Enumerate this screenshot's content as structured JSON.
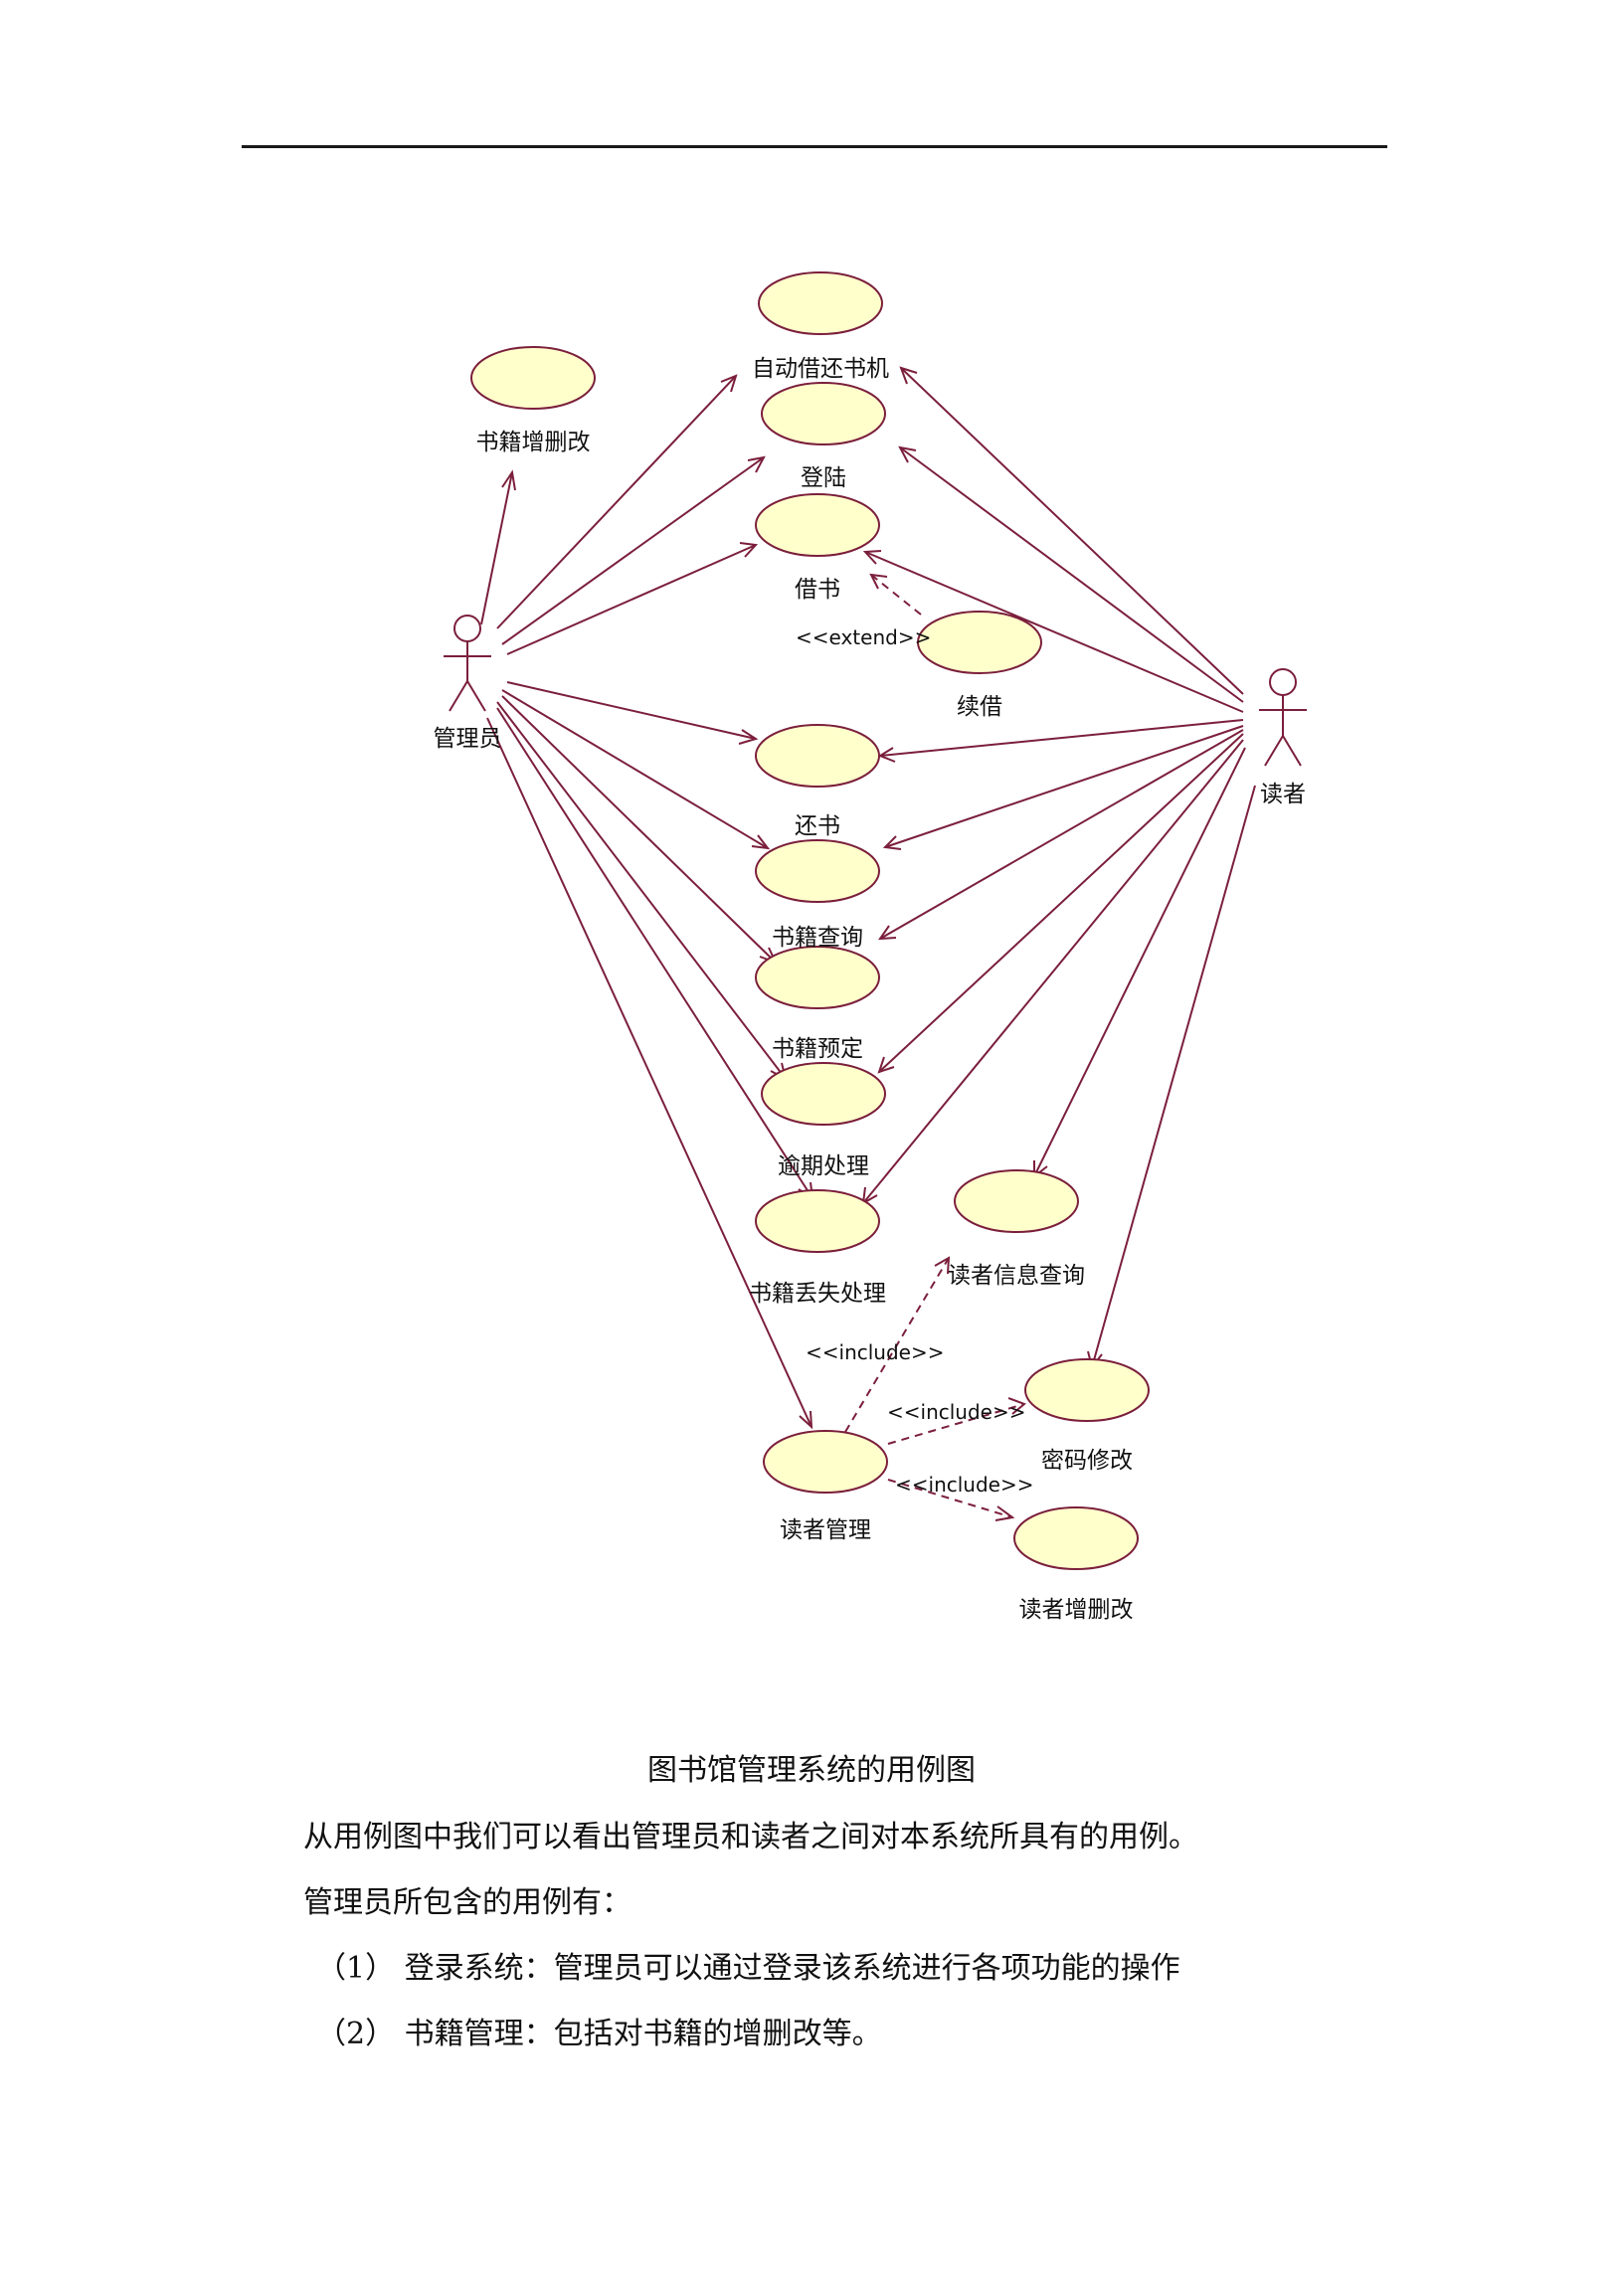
{
  "diagram": {
    "actors": {
      "admin": "管理员",
      "reader": "读者"
    },
    "use_cases": {
      "book_edit": "书籍增删改",
      "self_service": "自动借还书机",
      "login": "登陆",
      "borrow": "借书",
      "renew": "续借",
      "return": "还书",
      "book_query": "书籍查询",
      "book_reserve": "书籍预定",
      "overdue": "逾期处理",
      "lost": "书籍丢失处理",
      "reader_info_query": "读者信息查询",
      "password_change": "密码修改",
      "reader_manage": "读者管理",
      "reader_edit": "读者增删改"
    },
    "stereotypes": {
      "extend": "<<extend>>",
      "include1": "<<include>>",
      "include2": "<<include>>",
      "include3": "<<include>>"
    },
    "colors": {
      "ellipse_fill": "#ffffcc",
      "line": "#7b1f3c"
    }
  },
  "caption": "图书馆管理系统的用例图",
  "paragraphs": {
    "p1": "从用例图中我们可以看出管理员和读者之间对本系统所具有的用例。",
    "p2": "管理员所包含的用例有：",
    "item1": "（1）  登录系统：管理员可以通过登录该系统进行各项功能的操作",
    "item2": "（2）  书籍管理：包括对书籍的增删改等。"
  }
}
